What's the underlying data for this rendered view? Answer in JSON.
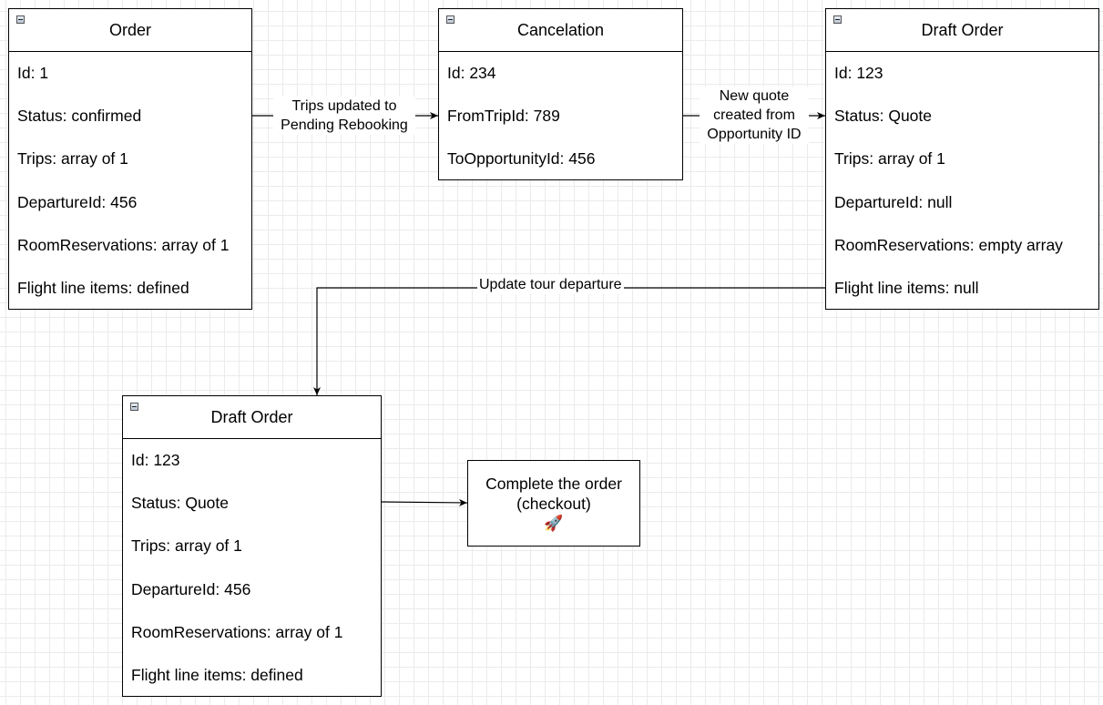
{
  "entities": [
    {
      "title": "Order",
      "rows": [
        "Id: 1",
        "Status: confirmed",
        "Trips: array of 1",
        "DepartureId: 456",
        "RoomReservations: array of 1",
        "Flight line items: defined"
      ]
    },
    {
      "title": "Cancelation",
      "rows": [
        "Id: 234",
        "FromTripId: 789",
        "ToOpportunityId: 456"
      ]
    },
    {
      "title": "Draft Order",
      "rows": [
        "Id: 123",
        "Status: Quote",
        "Trips: array of 1",
        "DepartureId: null",
        "RoomReservations: empty array",
        "Flight line items: null"
      ]
    },
    {
      "title": "Draft Order",
      "rows": [
        "Id: 123",
        "Status: Quote",
        "Trips: array of 1",
        "DepartureId: 456",
        "RoomReservations: array of 1",
        "Flight line items: defined"
      ]
    }
  ],
  "edge_labels": {
    "order_to_cancelation": [
      "Trips updated to",
      "Pending Rebooking"
    ],
    "cancelation_to_draft": [
      "New quote",
      "created from",
      "Opportunity ID"
    ],
    "draft_to_draft": "Update tour departure"
  },
  "action": {
    "lines": [
      "Complete the order",
      "(checkout)"
    ],
    "icon": "rocket-icon",
    "icon_glyph": "🚀"
  }
}
